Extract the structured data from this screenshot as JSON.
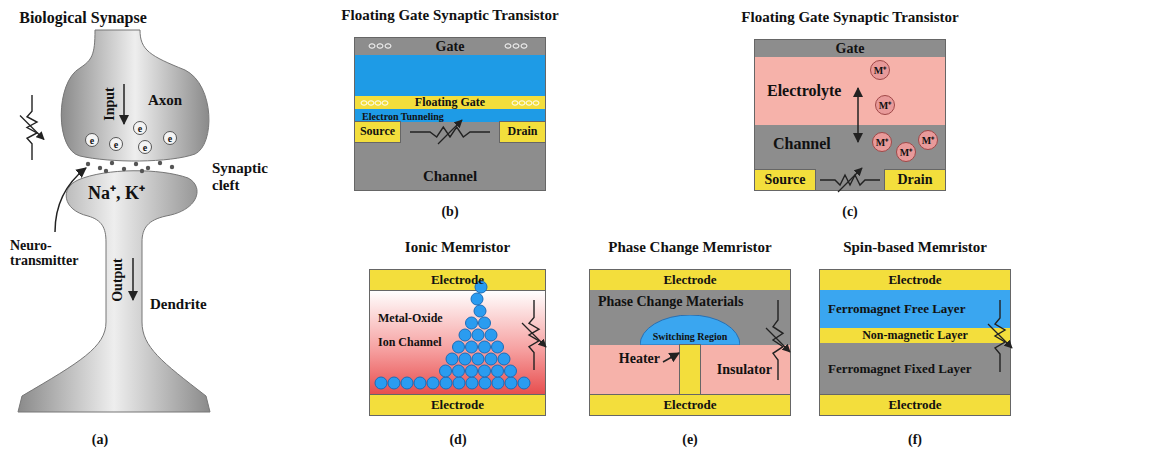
{
  "diagram": {
    "nodes": [
      {
        "text": [
          "Floating Gate Synaptic Transistor"
        ]
      },
      {
        "text": [
          "Gate"
        ],
        "in": 0
      },
      {
        "text": [
          "Floating Gate"
        ],
        "in": 0
      },
      {
        "text": [
          "Channel"
        ],
        "in": 0
      },
      {
        "text": [
          "Source"
        ],
        "in": 3
      },
      {
        "text": [
          "Drain"
        ],
        "in": 3
      },
      {
        "text": [
          "Floating Gate Synaptic Transistor"
        ]
      },
      {
        "text": [
          "Gate"
        ],
        "in": 6
      },
      {
        "text": [
          "Electrolyte"
        ],
        "in": 6
      },
      {
        "text": [
          "Channel"
        ],
        "in": 6
      },
      {
        "text": [
          "Source"
        ],
        "in": 9
      },
      {
        "text": [
          "Drain"
        ],
        "in": 9
      },
      {
        "text": [
          "Ionic Memristor"
        ]
      },
      {
        "text": [
          "Electrode"
        ],
        "in": 12
      },
      {
        "text": [
          "Electrode"
        ],
        "in": 12
      },
      {
        "text": [
          "Phase Change Memristor"
        ]
      },
      {
        "text": [
          "Electrode"
        ],
        "in": 15
      },
      {
        "text": [
          "Phase Change Materials"
        ],
        "in": 15
      },
      {
        "text": [
          "Switching Region"
        ],
        "in": 17
      },
      {
        "text": [
          "Insulator"
        ],
        "in": 15
      },
      {
        "text": [
          "Heater"
        ],
        "in": 19
      },
      {
        "text": [
          "Electrode"
        ],
        "in": 15
      },
      {
        "text": [
          "Spin-based Memristor"
        ]
      },
      {
        "text": [
          "Electrode"
        ],
        "in": 22
      },
      {
        "text": [
          "Ferromagnet Free Layer"
        ],
        "in": 22
      },
      {
        "text": [
          "Non-magnetic Layer"
        ],
        "in": 22
      },
      {
        "text": [
          "Ferromagnet Fixed Layer"
        ],
        "in": 22
      },
      {
        "text": [
          "Electrode"
        ],
        "in": 22
      }
    ],
    "labels": [
      "Biological Synapse",
      "Input",
      "e",
      "e",
      "e",
      "e",
      "e",
      "Axon",
      "Synaptic cleft",
      "Na⁺, K⁺",
      "Neuro-transmitter",
      "Output",
      "Dendrite",
      "(a)",
      "Electron Tunneling",
      "(b)",
      "M⁺",
      "M⁺",
      "M⁺",
      "M⁺",
      "M⁺",
      "(c)",
      "Metal-Oxide",
      "Ion Channel",
      "(d)",
      "(e)",
      "(f)"
    ]
  }
}
